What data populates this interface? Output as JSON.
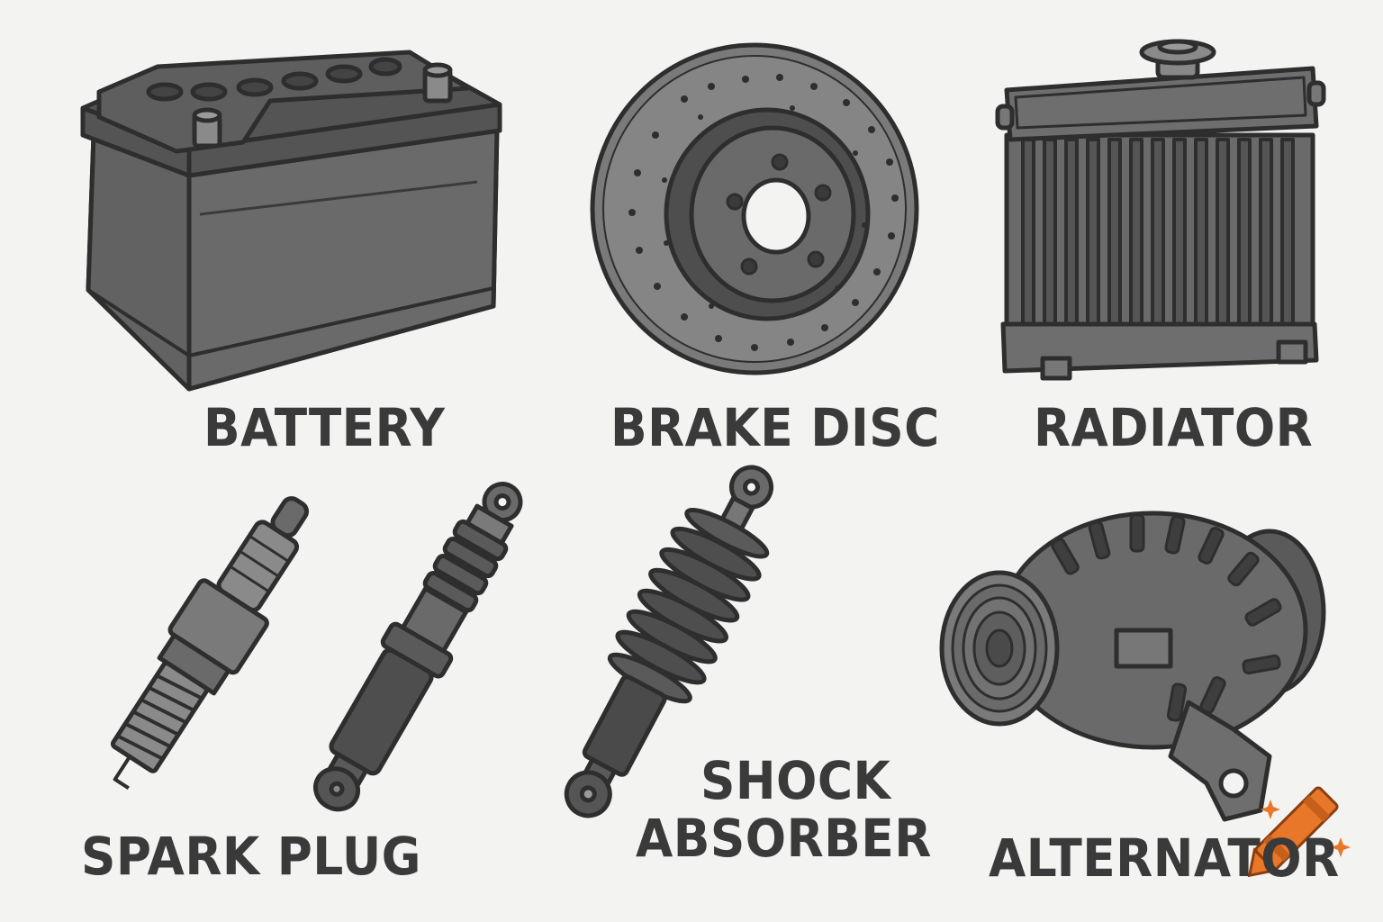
{
  "labels": {
    "battery": "BATTERY",
    "brake_disc": "BRAKE DISC",
    "radiator": "RADIATOR",
    "spark_plug": "SPARK PLUG",
    "shock_absorber_line1": "SHOCK",
    "shock_absorber_line2": "ABSORBER",
    "alternator": "ALTERNATOR"
  },
  "colors": {
    "background": "#f3f3f2",
    "ink": "#3a3a3a",
    "part_dark": "#4a4a4a",
    "part_mid": "#6e6e6e",
    "part_light": "#8c8c8c",
    "crayon": "#e8772a"
  },
  "icons": [
    "battery-icon",
    "brake-disc-icon",
    "radiator-icon",
    "spark-plug-icon",
    "shock-absorber-icon",
    "alternator-icon",
    "crayon-watermark-icon"
  ]
}
